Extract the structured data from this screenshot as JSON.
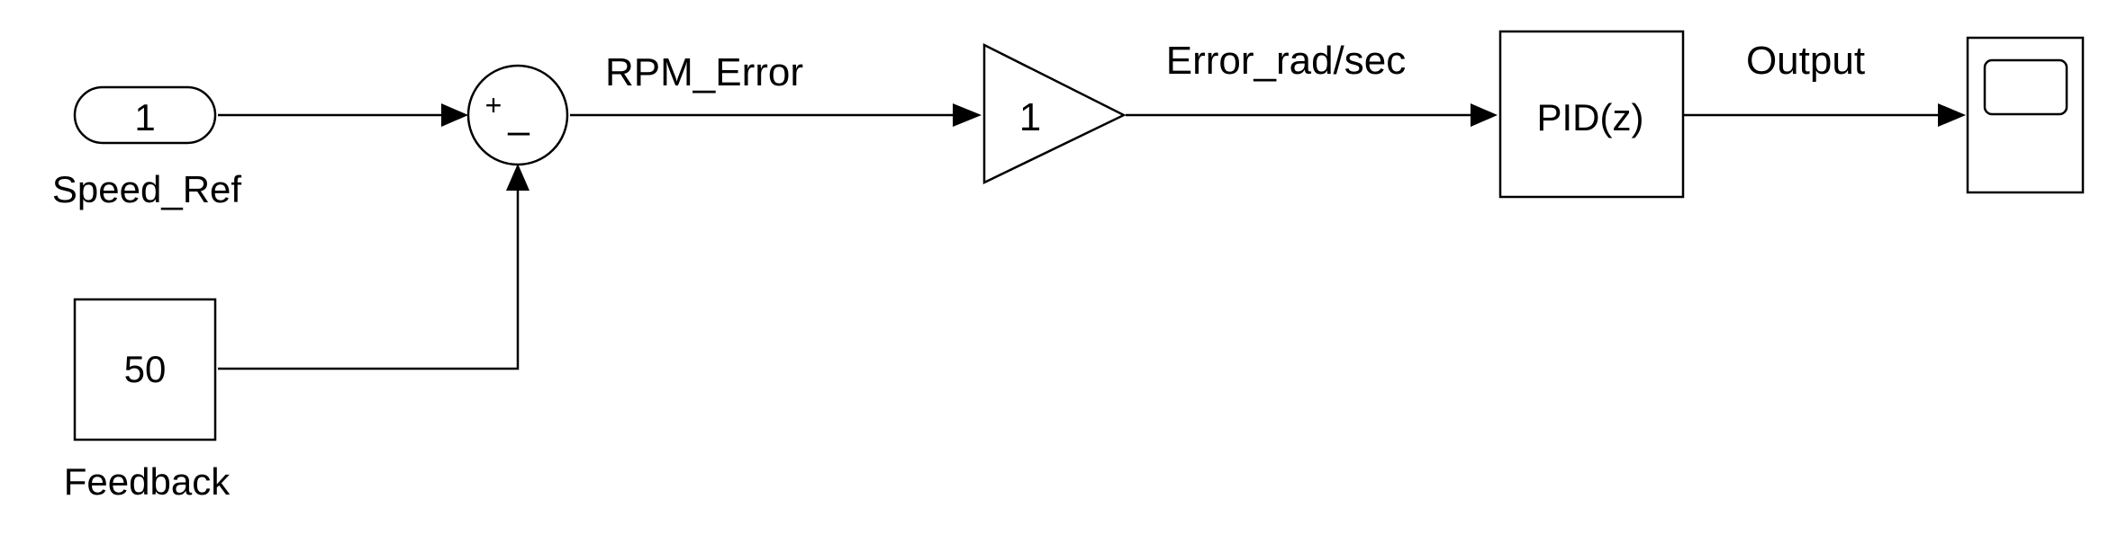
{
  "blocks": {
    "speed_ref": {
      "value": "1",
      "label": "Speed_Ref"
    },
    "feedback": {
      "value": "50",
      "label": "Feedback"
    },
    "sum": {
      "plus": "+",
      "minus": "–"
    },
    "gain": {
      "value": "1"
    },
    "pid": {
      "label": "PID(z)"
    },
    "scope": {}
  },
  "signals": {
    "rpm_error": "RPM_Error",
    "error_rad": "Error_rad/sec",
    "output": "Output"
  }
}
